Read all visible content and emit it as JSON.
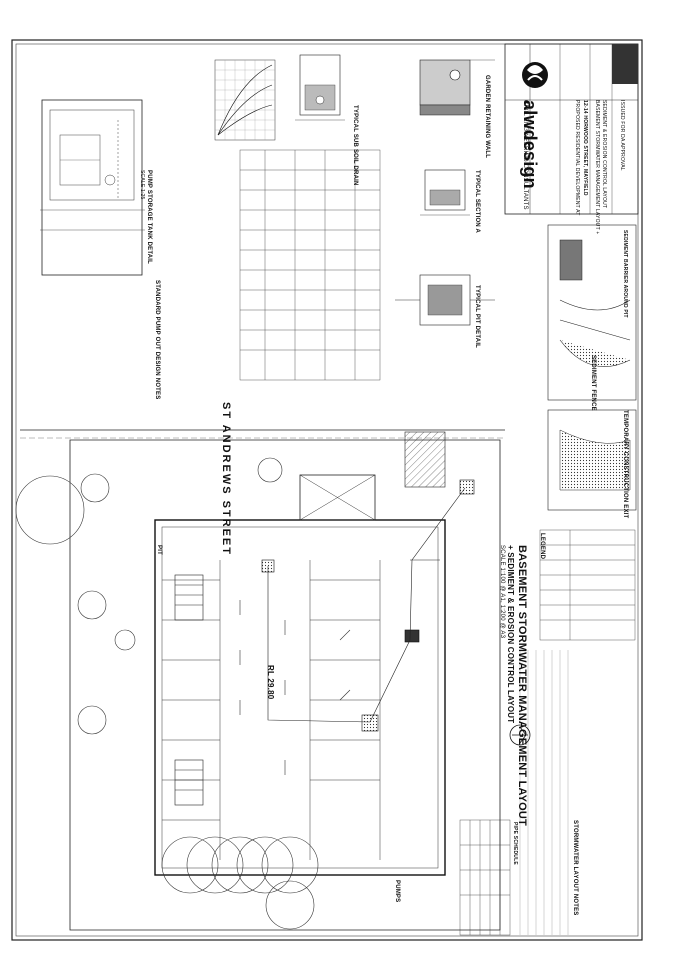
{
  "sheet": {
    "street_name": "ST ANDREWS   STREET",
    "main_title": "BASEMENT STORMWATER MANAGEMENT LAYOUT",
    "sub_title": "+ SEDIMENT & EROSION CONTROL LAYOUT",
    "scale": "SCALE 1:100 @ A1, 1:200 @ A3",
    "rl_basement": "RL 29.80",
    "pumps_label": "PUMPS",
    "pit_label": "PIT",
    "legend_heading": "LEGEND",
    "notes_heading": "STORMWATER LAYOUT NOTES",
    "pipe_schedule_heading": "PIPE SCHEDULE",
    "pump_tank_title": "PUMP STORAGE TANK DETAIL",
    "pump_tank_scale": "SCALE 1:25",
    "pump_notes_title": "STANDARD PUMP OUT DESIGN NOTES",
    "soil_drain_title": "TYPICAL SUB SOIL DRAIN",
    "section_a_title": "TYPICAL SECTION A",
    "pit_detail_title": "TYPICAL PIT DETAIL",
    "retaining_wall_title": "GARDEN RETAINING WALL",
    "sediment_fence_title": "SEDIMENT FENCE",
    "construction_exit_title": "TEMPORARY CONSTRUCTION EXIT",
    "kerb_inlet_title": "SEDIMENT BARRIER AROUND PIT",
    "company_name": "alwdesign",
    "company_sub": "CIVIL ENGINEERING CONSULTANTS",
    "project_label": "PROPOSED RESIDENTIAL DEVELOPMENT AT",
    "project_address": "12-14 HORWOOD STREET, MAYFIELD",
    "drawing_label": "BASEMENT STORMWATER MANAGEMENT LAYOUT +",
    "drawing_label2": "SEDIMENT & EROSION CONTROL LAYOUT",
    "issue_note": "ISSUED FOR DA APPROVAL"
  }
}
